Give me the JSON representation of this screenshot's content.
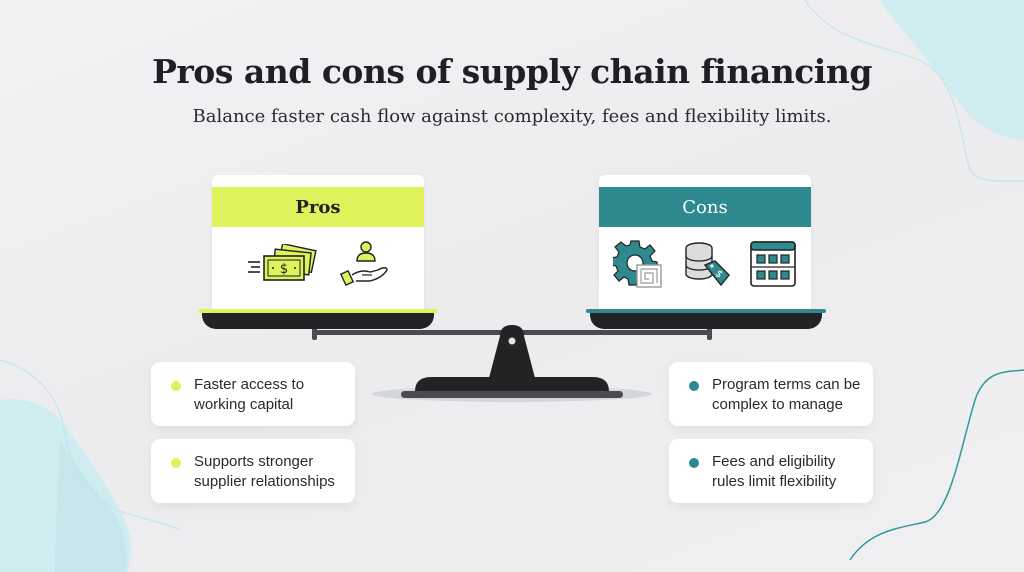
{
  "header": {
    "title": "Pros and cons of supply chain financing",
    "subtitle": "Balance faster cash flow against complexity, fees and flexibility limits."
  },
  "pros": {
    "label": "Pros",
    "color": "#dff25c",
    "icons": [
      "fast-money-icon",
      "hand-person-icon"
    ],
    "items": [
      {
        "text": "Faster access to working capital"
      },
      {
        "text": "Supports stronger supplier relationships"
      }
    ]
  },
  "cons": {
    "label": "Cons",
    "color": "#2e8a8f",
    "icons": [
      "gear-complexity-icon",
      "coins-price-tag-icon",
      "calendar-grid-icon"
    ],
    "items": [
      {
        "text": "Program terms can be complex to manage"
      },
      {
        "text": "Fees and eligibility rules limit flexibility"
      }
    ]
  },
  "colors": {
    "scale": "#232326",
    "beam": "#4a4a4f",
    "decor_light": "#cfedf0",
    "decor_line": "#2e9a98"
  }
}
